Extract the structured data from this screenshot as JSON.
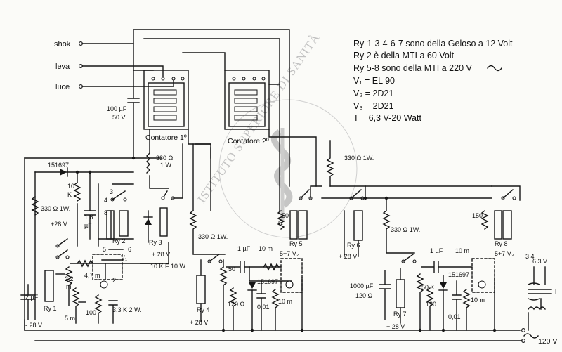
{
  "inputs": {
    "shok": "shok",
    "leva": "leva",
    "luce": "luce"
  },
  "notes": {
    "n1": "Ry-1-3-4-6-7 sono della Geloso a 12 Volt",
    "n2": "Ry 2  è della MTI a 60 Volt",
    "n3": "Ry 5-8 sono della MTI a 220 V",
    "n4": "V₁ = EL 90",
    "n5": "V₂ = 2D21",
    "n6": "V₃ = 2D21",
    "n7": "T  = 6,3 V-20 Watt"
  },
  "counters": {
    "c1": "Contatore 1º",
    "c2": "Contatore 2º"
  },
  "labels": {
    "cap100": "100 µF",
    "v50": "50 V",
    "r330_1": "330 Ω",
    "w1": "1 W.",
    "d151697": "151697",
    "r10k": "10",
    "k": "K",
    "r330_left": "330 Ω 1W.",
    "r28v": "+28 V",
    "c16": "1,6",
    "uf": "µF",
    "ry2": "Ry 2",
    "n5": "5",
    "v1": "V₁",
    "n6": "6",
    "ry3": "Ry 3",
    "p28": "+ 28 V",
    "r10kf": "10 K F  10 W.",
    "r47": "4,7 m",
    "r22": "2,2",
    "m": "m",
    "ry1": "Ry 1",
    "c2uf": "2 µF",
    "n28": "- 28 V",
    "r5m": "5 m",
    "c100b": "100",
    "r33k": "3,3 K  2 W.",
    "n2": "2",
    "n8": "8",
    "n4": "4",
    "n3": "3",
    "r330_mid": "330 Ω  1W.",
    "c1uf": "1 µF",
    "r10m": "10 m",
    "n57": "5+7 V₂",
    "r50k": "50",
    "ry4": "Ry 4",
    "r120": "120 Ω",
    "c001": "0,01",
    "d151697b": "151697",
    "r10mb": "10 m",
    "p28b": "+ 28 V",
    "r330_top": "330 Ω  1W.",
    "r150": "150",
    "ohm": "Ω",
    "ry5": "Ry 5",
    "ry6": "Ry 6",
    "p28c": "+ 28 V",
    "r330_right": "330 Ω  1W.",
    "c1ufb": "1 µF",
    "r10mc": "10 m",
    "n57b": "5+7  V₃",
    "c1000": "1000 µF",
    "r120b": "120 Ω",
    "ry7": "Ry 7",
    "r50kb": "50 K",
    "r120c": "120",
    "d151697c": "151697",
    "c001b": "0,01",
    "r10md": "10 m",
    "p28d": "+ 28 V",
    "r150b": "150",
    "ry8": "Ry 8",
    "t63": "6,3 V",
    "tT": "T",
    "v120": "120 V",
    "n34": "3 4"
  },
  "watermark": "ISTITUTO SUPERIORE DI SANITÀ"
}
